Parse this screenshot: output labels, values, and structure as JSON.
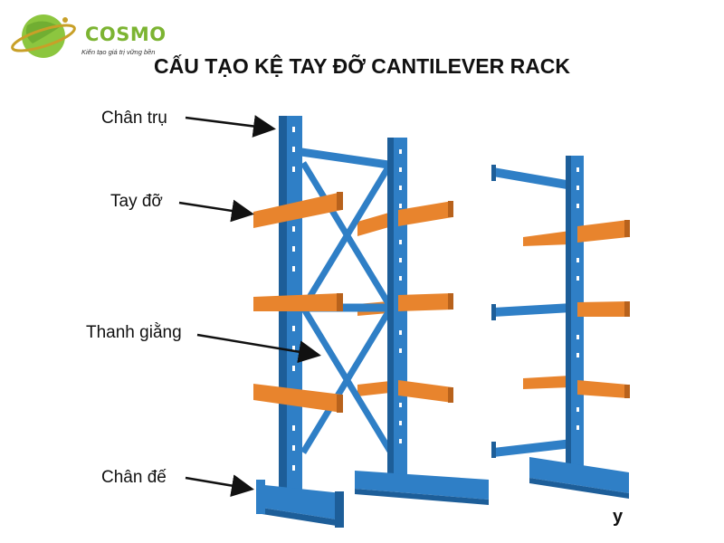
{
  "brand": {
    "name": "COSMO",
    "tagline": "Kiến tạo giá trị vững bền"
  },
  "title": "CẤU TẠO KỆ TAY ĐỠ CANTILEVER RACK",
  "labels": {
    "column": "Chân trụ",
    "arm": "Tay đỡ",
    "brace": "Thanh giằng",
    "base": "Chân đế"
  },
  "corner_mark": "y",
  "colors": {
    "frame": "#2f7fc6",
    "frame_dark": "#1d5e99",
    "arm": "#e8842d",
    "arm_dark": "#b8621c",
    "logo_green": "#7cb432"
  }
}
